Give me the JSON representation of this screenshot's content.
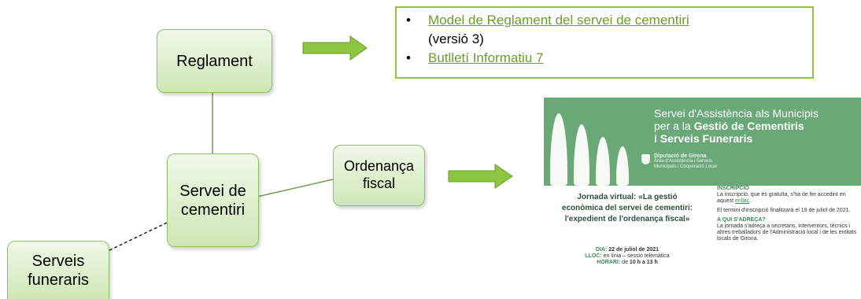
{
  "nodes": {
    "reglament": "Reglament",
    "servei_line1": "Servei de",
    "servei_line2": "cementiri",
    "ordenanca_line1": "Ordenança",
    "ordenanca_line2": "fiscal",
    "funeraris_line1": "Serveis",
    "funeraris_line2": "funeraris"
  },
  "links_box": {
    "bullet": "•",
    "item1_link": "Model de Reglament del servei de cementiri",
    "item1_suffix": "(versió 3)",
    "item2_link": "Butlletí Informatiu 7"
  },
  "colors": {
    "arrow": "#8dc63f",
    "node_border": "#8dbf64",
    "poster_band": "#6aa878"
  },
  "poster": {
    "title_line1": "Servei d'Assistència als Municipis",
    "title_line2a": "per a la ",
    "title_line2b": "Gestió de Cementiris",
    "title_line3": "i Serveis Funeraris",
    "logo_name": "Diputació de Girona",
    "logo_sub1": "Àrea d'Assistència i Serveis",
    "logo_sub2": "Municipals i Cooperació Local",
    "event_title": "Jornada virtual: «La gestió econòmica del servei de cementiri: l'expedient de l'ordenança fiscal»",
    "dia_label": "DIA:",
    "dia_value": "22 de juliol de 2021",
    "lloc_label": "LLOC:",
    "lloc_value": "en línia – sessió telemàtica",
    "horari_label": "HORARI:",
    "horari_pre": "de",
    "horari_value": "10 h a 13 h",
    "inscripcio_heading": "INSCRIPCIÓ",
    "inscripcio_text": "La inscripció, que és gratuïta, s'ha de fer accedint en aquest",
    "inscripcio_link": "enllaç",
    "termini_text": "El termini d'inscripció finalitzarà el 19 de juliol de 2021.",
    "adreca_heading": "A QUI S'ADREÇA?",
    "adreca_text": "La jornada s'adreça a secretaris, interventors, tècnics i altres treballadors de l'Administració local i de les entitats locals de Girona."
  }
}
